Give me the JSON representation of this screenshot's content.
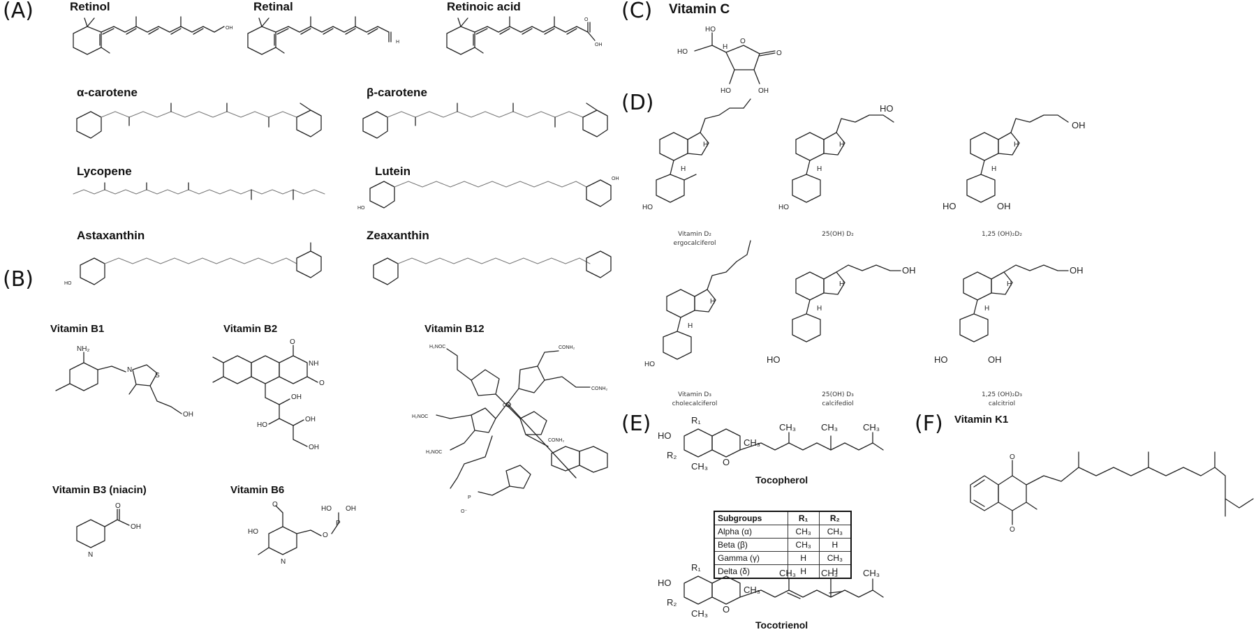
{
  "panels": {
    "a": "(A)",
    "b": "(B)",
    "c": "(C)",
    "d": "(D)",
    "e": "(E)",
    "f": "(F)"
  },
  "panel_a": {
    "retinol": "Retinol",
    "retinal": "Retinal",
    "retinoic_acid": "Retinoic acid",
    "alpha_carotene": "α-carotene",
    "beta_carotene": "β-carotene",
    "lycopene": "Lycopene",
    "lutein": "Lutein",
    "astaxanthin": "Astaxanthin",
    "zeaxanthin": "Zeaxanthin"
  },
  "panel_b": {
    "b1": "Vitamin B1",
    "b2": "Vitamin B2",
    "b12": "Vitamin B12",
    "b3": "Vitamin B3 (niacin)",
    "b6": "Vitamin B6"
  },
  "panel_c": {
    "title": "Vitamin C"
  },
  "panel_d": {
    "captions": [
      {
        "line1": "Vitamin D₂",
        "line2": "ergocalciferol"
      },
      {
        "line1": "25(OH) D₂",
        "line2": ""
      },
      {
        "line1": "1,25 (OH)₂D₂",
        "line2": ""
      },
      {
        "line1": "Vitamin D₃",
        "line2": "cholecalciferol"
      },
      {
        "line1": "25(OH) D₃",
        "line2": "calcifediol"
      },
      {
        "line1": "1,25 (OH)₂D₃",
        "line2": "calcitriol"
      }
    ]
  },
  "panel_e": {
    "tocopherol": "Tocopherol",
    "tocotrienol": "Tocotrienol",
    "table": {
      "headers": [
        "Subgroups",
        "R₁",
        "R₂"
      ],
      "rows": [
        [
          "Alpha (α)",
          "CH₃",
          "CH₃"
        ],
        [
          "Beta (β)",
          "CH₃",
          "H"
        ],
        [
          "Gamma (γ)",
          "H",
          "CH₃"
        ],
        [
          "Delta (δ)",
          "H",
          "H"
        ]
      ]
    }
  },
  "panel_f": {
    "title": "Vitamin K1"
  },
  "atoms": {
    "oh": "OH",
    "ho": "HO",
    "h": "H",
    "o": "O",
    "n": "N",
    "s": "S",
    "nh": "NH",
    "nh2": "NH₂",
    "ch3": "CH₃",
    "r1": "R₁",
    "r2": "R₂",
    "co": "Co⁺",
    "conh2": "CONH₂",
    "h2noc": "H₂NOC",
    "p": "P",
    "o_minus": "O⁻"
  }
}
